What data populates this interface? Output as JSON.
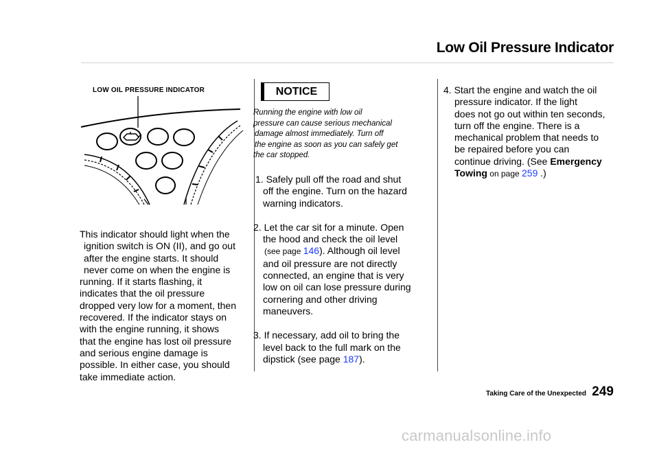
{
  "header": {
    "title": "Low Oil Pressure Indicator"
  },
  "diagram": {
    "label": "LOW OIL PRESSURE INDICATOR"
  },
  "intro": {
    "lines": [
      "This indicator should light when the",
      "ignition switch is ON (II), and go out",
      "after the engine starts. It should",
      "never come on when the engine is",
      "running. If it starts flashing, it",
      "indicates that the oil pressure",
      "dropped very low for a moment, then",
      "recovered. If the indicator stays on",
      "with the engine running, it shows",
      "that the engine has lost oil pressure",
      "and serious engine damage is",
      "possible. In either case, you should",
      "take immediate action."
    ]
  },
  "notice": {
    "label": "NOTICE",
    "lines": [
      "Running the engine with low oil",
      "pressure can cause serious mechanical",
      "damage almost immediately. Turn off",
      "the engine as soon as you can safely get",
      "the car stopped."
    ]
  },
  "steps": {
    "step1": {
      "lines": [
        "1. Safely pull off the road and shut",
        "off the engine. Turn on the hazard",
        "warning indicators."
      ]
    },
    "step2": {
      "line1": "2. Let the car sit for a minute. Open",
      "line2": "the hood and check the oil level",
      "line3_pre": "(see page ",
      "line3_link": "146",
      "line3_post": "). Although oil level",
      "rest": [
        "and oil pressure are not directly",
        "connected, an engine that is very",
        "low on oil can lose pressure during",
        "cornering and other driving",
        "maneuvers."
      ]
    },
    "step3": {
      "line1": "3. If necessary, add oil to bring the",
      "line2": "level back to the full mark on the",
      "line3_pre": "dipstick (see page ",
      "line3_link": "187",
      "line3_post": ")."
    },
    "step4": {
      "lines": [
        "4. Start the engine and watch the oil",
        "pressure indicator. If the light",
        "does not go out within ten seconds,",
        "turn off the engine. There is a",
        "mechanical problem that needs to",
        "be repaired before you can"
      ],
      "line7_pre": "continue driving. (See ",
      "line7_bold": "Emergency",
      "line8_bold": "Towing",
      "line8_mid": " on page ",
      "line8_link": "259",
      "line8_post": " .)"
    }
  },
  "footer": {
    "section": "Taking Care of the Unexpected",
    "page_number": "249"
  },
  "watermark": "carmanualsonline.info"
}
